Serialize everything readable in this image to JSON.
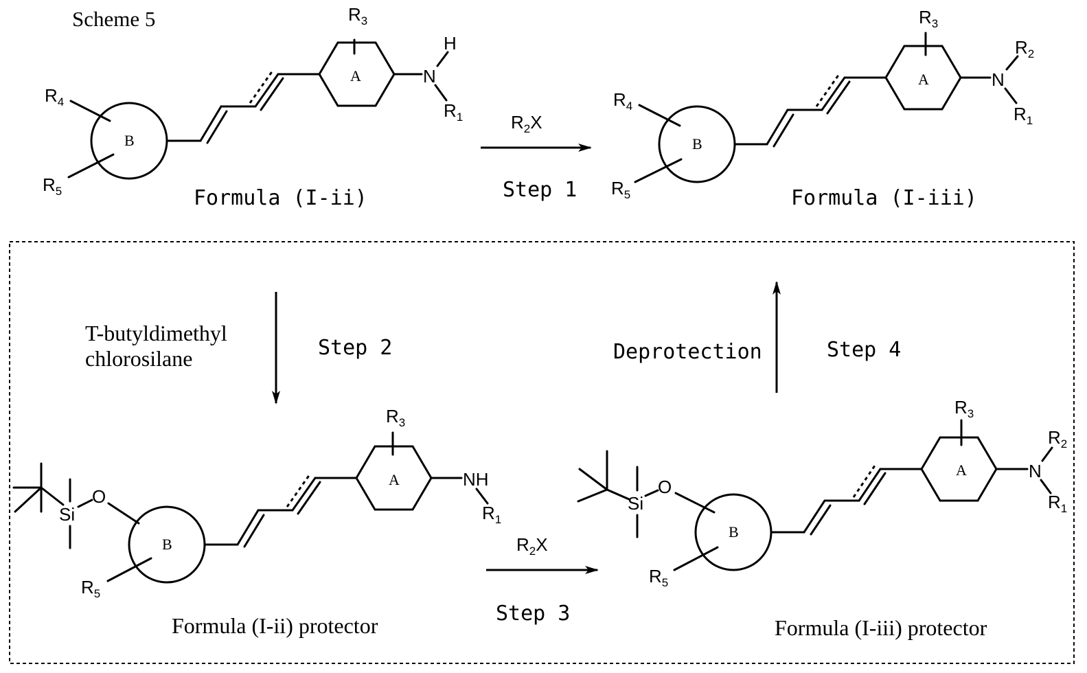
{
  "title": "Scheme 5",
  "labels": {
    "r1": "R",
    "r2": "R",
    "r3": "R",
    "r4": "R",
    "r5": "R",
    "s1": "1",
    "s2": "2",
    "s3": "3",
    "s4": "4",
    "s5": "5",
    "ring_a": "A",
    "ring_b": "B",
    "n": "N",
    "h": "H",
    "nh": "NH",
    "si": "Si",
    "o": "O",
    "x": "X"
  },
  "compounds": {
    "i_ii": "Formula (I-ii)",
    "i_iii": "Formula (I-iii)",
    "i_ii_protector": "Formula (I-ii) protector",
    "i_iii_protector": "Formula (I-iii) protector"
  },
  "steps": {
    "step1": "Step 1",
    "step2": "Step 2",
    "step3": "Step 3",
    "step4": "Step 4"
  },
  "reagents": {
    "silane_line1": "T-butyldimethyl",
    "silane_line2": "chlorosilane",
    "deprotection": "Deprotection"
  }
}
